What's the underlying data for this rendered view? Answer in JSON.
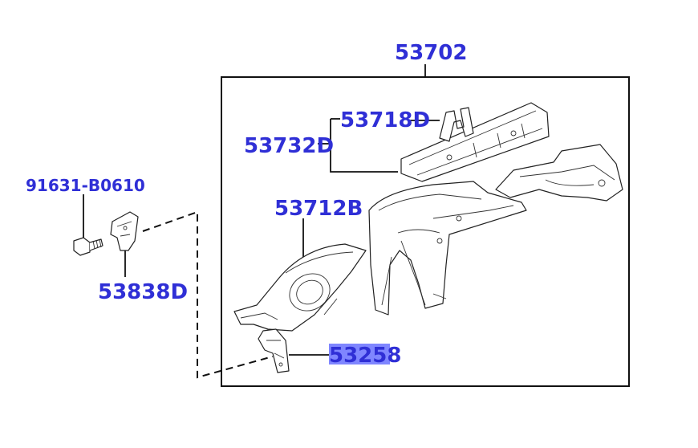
{
  "labels": {
    "assembly": "53702",
    "upper_member_bracket": "53718D",
    "upper_member": "53732D",
    "bolt": "91631-B0610",
    "apron": "53712B",
    "side_bracket": "53838D",
    "lower_bracket": "53258"
  },
  "colors": {
    "label": "#2f2fd6",
    "highlight": "#7f86ff",
    "line": "#111111"
  }
}
